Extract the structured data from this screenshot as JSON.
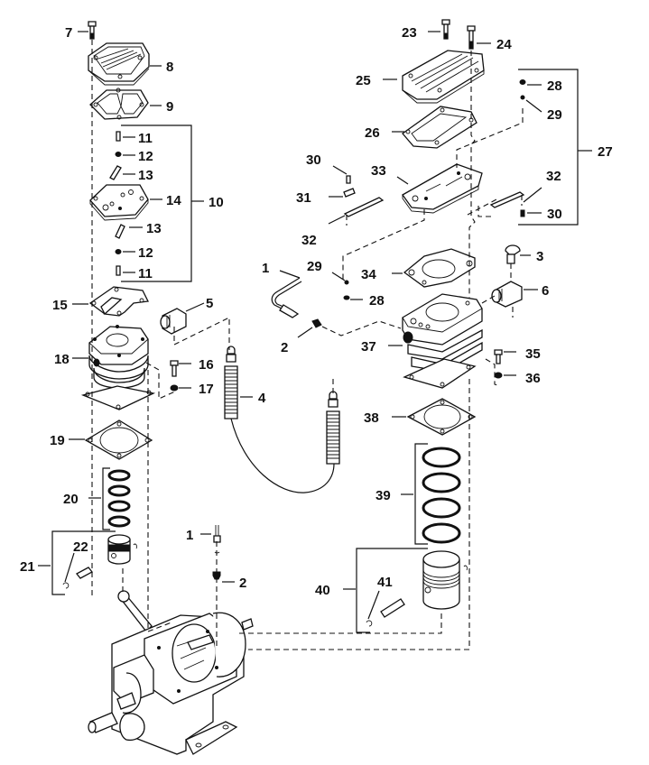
{
  "diagram": {
    "title": "Air compressor pump exploded parts diagram",
    "labels": [
      {
        "id": "7",
        "text": "7"
      },
      {
        "id": "8",
        "text": "8"
      },
      {
        "id": "9",
        "text": "9"
      },
      {
        "id": "10",
        "text": "10"
      },
      {
        "id": "11a",
        "text": "11"
      },
      {
        "id": "12a",
        "text": "12"
      },
      {
        "id": "13a",
        "text": "13"
      },
      {
        "id": "14",
        "text": "14"
      },
      {
        "id": "13b",
        "text": "13"
      },
      {
        "id": "12b",
        "text": "12"
      },
      {
        "id": "11b",
        "text": "11"
      },
      {
        "id": "15",
        "text": "15"
      },
      {
        "id": "5",
        "text": "5"
      },
      {
        "id": "18",
        "text": "18"
      },
      {
        "id": "16",
        "text": "16"
      },
      {
        "id": "17",
        "text": "17"
      },
      {
        "id": "4",
        "text": "4"
      },
      {
        "id": "19",
        "text": "19"
      },
      {
        "id": "20",
        "text": "20"
      },
      {
        "id": "21",
        "text": "21"
      },
      {
        "id": "22",
        "text": "22"
      },
      {
        "id": "1b",
        "text": "1"
      },
      {
        "id": "2b",
        "text": "2"
      },
      {
        "id": "23",
        "text": "23"
      },
      {
        "id": "24",
        "text": "24"
      },
      {
        "id": "25",
        "text": "25"
      },
      {
        "id": "28a",
        "text": "28"
      },
      {
        "id": "29a",
        "text": "29"
      },
      {
        "id": "26",
        "text": "26"
      },
      {
        "id": "27",
        "text": "27"
      },
      {
        "id": "30a",
        "text": "30"
      },
      {
        "id": "33",
        "text": "33"
      },
      {
        "id": "32a",
        "text": "32"
      },
      {
        "id": "31",
        "text": "31"
      },
      {
        "id": "30b",
        "text": "30"
      },
      {
        "id": "32b",
        "text": "32"
      },
      {
        "id": "1a",
        "text": "1"
      },
      {
        "id": "29b",
        "text": "29"
      },
      {
        "id": "34",
        "text": "34"
      },
      {
        "id": "3",
        "text": "3"
      },
      {
        "id": "28b",
        "text": "28"
      },
      {
        "id": "6",
        "text": "6"
      },
      {
        "id": "2a",
        "text": "2"
      },
      {
        "id": "37",
        "text": "37"
      },
      {
        "id": "35",
        "text": "35"
      },
      {
        "id": "36",
        "text": "36"
      },
      {
        "id": "38",
        "text": "38"
      },
      {
        "id": "39",
        "text": "39"
      },
      {
        "id": "40",
        "text": "40"
      },
      {
        "id": "41",
        "text": "41"
      }
    ]
  }
}
